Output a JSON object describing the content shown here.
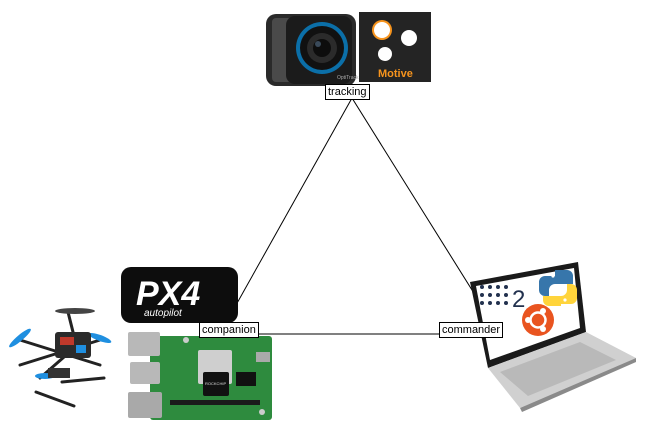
{
  "nodes": {
    "tracking": {
      "label": "tracking",
      "logo_text": "Motive",
      "camera_text": "OptiTrack"
    },
    "companion": {
      "label": "companion",
      "logo_text": "PX4",
      "logo_subtext": "autopilot",
      "chip_text": "ROCKCHIP"
    },
    "commander": {
      "label": "commander",
      "logo_text": "2"
    }
  },
  "edges": [
    {
      "from": "tracking",
      "to": "companion"
    },
    {
      "from": "tracking",
      "to": "commander"
    },
    {
      "from": "companion",
      "to": "commander"
    }
  ],
  "colors": {
    "line": "#000000",
    "motive_orange": "#f7941d",
    "board_green": "#2e8b3e",
    "ubuntu_orange": "#e95420",
    "python_blue": "#3776ab",
    "python_yellow": "#ffd43b",
    "ros_navy": "#22314e"
  },
  "icons": [
    "optitrack-camera-icon",
    "motive-logo-icon",
    "px4-logo-icon",
    "drone-icon",
    "sbc-board-icon",
    "laptop-icon",
    "ros2-logo-icon",
    "python-logo-icon",
    "ubuntu-logo-icon"
  ]
}
